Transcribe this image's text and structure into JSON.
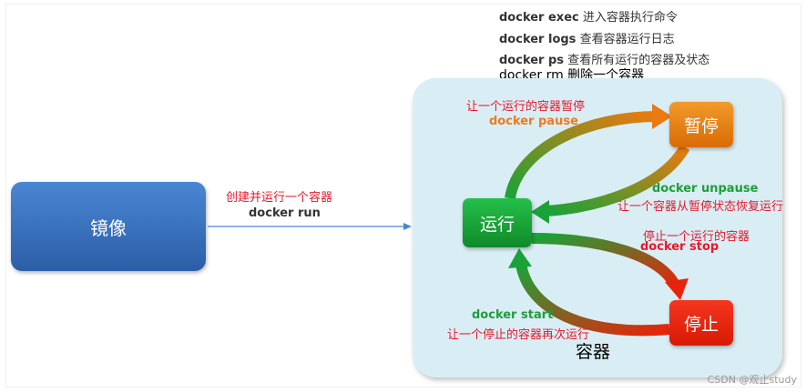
{
  "commands": {
    "exec_cmd": "docker exec",
    "exec_desc": "进入容器执行命令",
    "logs_cmd": "docker logs",
    "logs_desc": "查看容器运行日志",
    "ps_cmd": "docker ps",
    "ps_desc": "查看所有运行的容器及状态",
    "rm_line": "docker rm 删除一个容器"
  },
  "nodes": {
    "image": "镜像",
    "running": "运行",
    "paused": "暂停",
    "stopped": "停止",
    "container": "容器"
  },
  "transitions": {
    "run_desc": "创建并运行一个容器",
    "run_cmd": "docker run",
    "pause_desc": "让一个运行的容器暂停",
    "pause_cmd": "docker pause",
    "unpause_cmd": "docker unpause",
    "unpause_desc": "让一个容器从暂停状态恢复运行",
    "stop_desc": "停止一个运行的容器",
    "stop_cmd": "docker stop",
    "start_cmd": "docker start",
    "start_desc": "让一个停止的容器再次运行"
  },
  "watermark": "CSDN @观止study",
  "colors": {
    "image": "#2b5ea7",
    "running": "#1a9e35",
    "paused": "#e57a12",
    "stopped": "#e8230c",
    "container_bg": "#d9edf5",
    "label_red": "#e5192b"
  }
}
